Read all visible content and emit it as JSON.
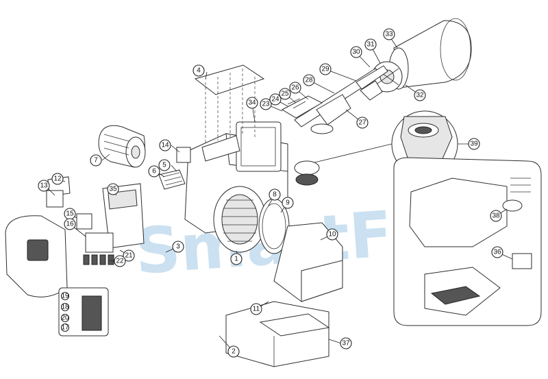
{
  "watermark": "SmartFlam",
  "callouts": [
    {
      "id": "c1",
      "label": "1"
    },
    {
      "id": "c2",
      "label": "2"
    },
    {
      "id": "c3",
      "label": "3"
    },
    {
      "id": "c4",
      "label": "4"
    },
    {
      "id": "c5",
      "label": "5"
    },
    {
      "id": "c6",
      "label": "6"
    },
    {
      "id": "c7",
      "label": "7"
    },
    {
      "id": "c8",
      "label": "8"
    },
    {
      "id": "c9",
      "label": "9"
    },
    {
      "id": "c10",
      "label": "10"
    },
    {
      "id": "c11",
      "label": "11"
    },
    {
      "id": "c12",
      "label": "12"
    },
    {
      "id": "c13",
      "label": "13"
    },
    {
      "id": "c14",
      "label": "14"
    },
    {
      "id": "c15",
      "label": "15"
    },
    {
      "id": "c16",
      "label": "16"
    },
    {
      "id": "c21",
      "label": "21"
    },
    {
      "id": "c22",
      "label": "22"
    },
    {
      "id": "c23",
      "label": "23"
    },
    {
      "id": "c24",
      "label": "24"
    },
    {
      "id": "c25",
      "label": "25"
    },
    {
      "id": "c26",
      "label": "26"
    },
    {
      "id": "c27",
      "label": "27"
    },
    {
      "id": "c28",
      "label": "28"
    },
    {
      "id": "c29",
      "label": "29"
    },
    {
      "id": "c30",
      "label": "30"
    },
    {
      "id": "c31",
      "label": "31"
    },
    {
      "id": "c32",
      "label": "32"
    },
    {
      "id": "c33",
      "label": "33"
    },
    {
      "id": "c34",
      "label": "34"
    },
    {
      "id": "c35",
      "label": "35"
    },
    {
      "id": "c36",
      "label": "36"
    },
    {
      "id": "c37",
      "label": "37"
    },
    {
      "id": "c38",
      "label": "38"
    },
    {
      "id": "c39",
      "label": "39"
    }
  ],
  "panel_callouts": [
    {
      "id": "p19",
      "label": "19"
    },
    {
      "id": "p18",
      "label": "18"
    },
    {
      "id": "p20",
      "label": "20"
    },
    {
      "id": "p17",
      "label": "17"
    }
  ]
}
